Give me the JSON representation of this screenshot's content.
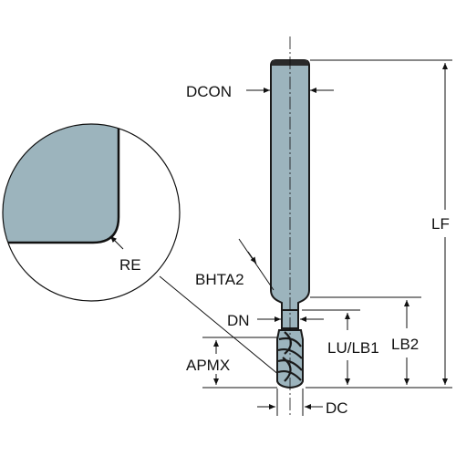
{
  "labels": {
    "dcon": "DCON",
    "lf": "LF",
    "re": "RE",
    "bhta2": "BHTA2",
    "dn": "DN",
    "lu_lb1": "LU/LB1",
    "lb2": "LB2",
    "apmx": "APMX",
    "dc": "DC"
  },
  "colors": {
    "tool_fill": "#9cb4bd",
    "tool_edge": "#1a1a1a",
    "detail_fill": "#9cb4bd",
    "line": "#111111",
    "background": "#ffffff"
  }
}
